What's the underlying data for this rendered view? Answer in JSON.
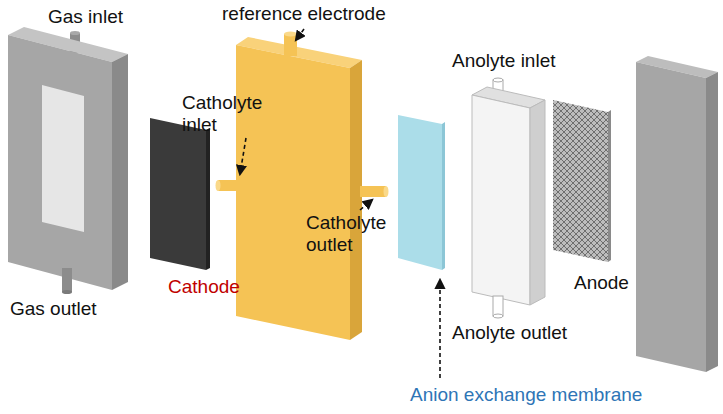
{
  "diagram": {
    "labels": [
      "reference electrode",
      "Gas inlet",
      "Catholyte inlet",
      "Anolyte inlet",
      "Catholyte outlet",
      "Anode",
      "Cathode",
      "Gas outlet",
      "Anolyte outlet",
      "Anion exchange membrane"
    ]
  }
}
